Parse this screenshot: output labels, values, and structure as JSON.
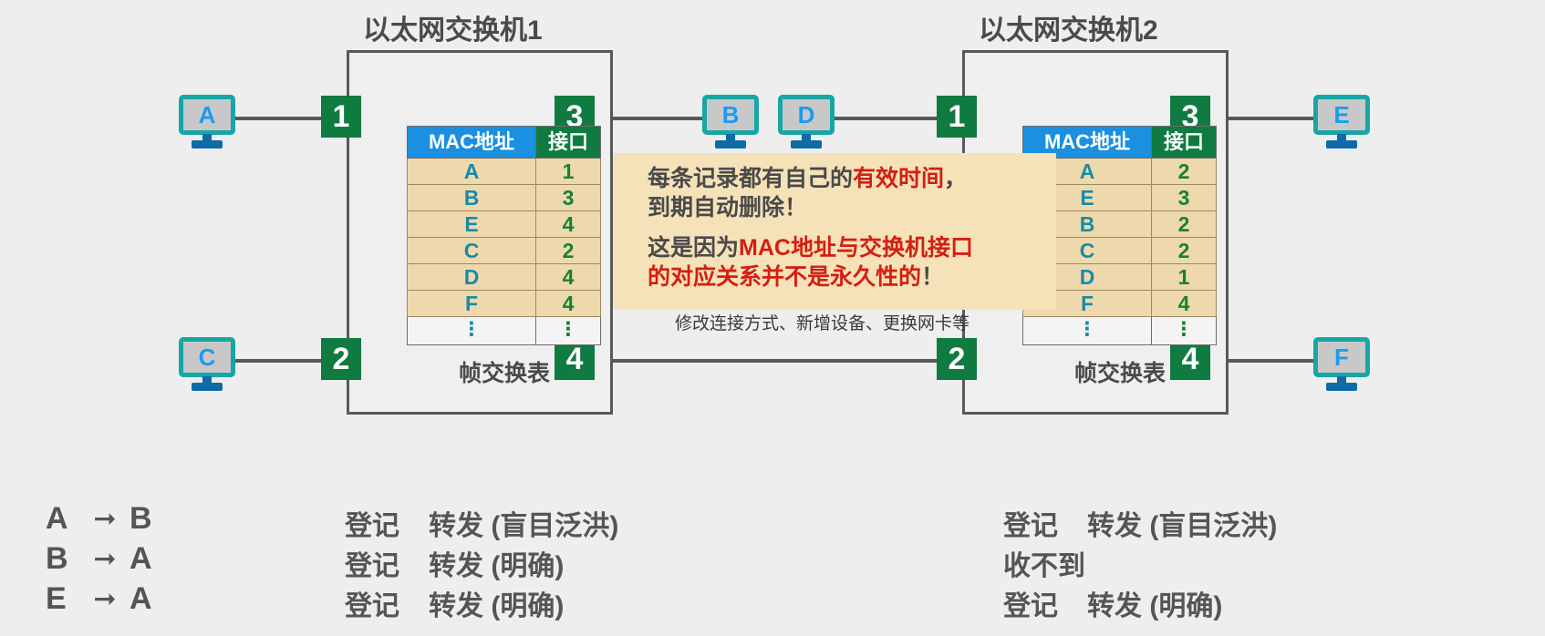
{
  "switches": [
    {
      "title": "以太网交换机1",
      "caption": "帧交换表",
      "ports": [
        "1",
        "3",
        "2",
        "4"
      ],
      "table": {
        "headers": [
          "MAC地址",
          "接口"
        ],
        "rows": [
          {
            "mac": "A",
            "port": "1"
          },
          {
            "mac": "B",
            "port": "3"
          },
          {
            "mac": "E",
            "port": "4"
          },
          {
            "mac": "C",
            "port": "2"
          },
          {
            "mac": "D",
            "port": "4"
          },
          {
            "mac": "F",
            "port": "4"
          }
        ],
        "ellipsis": "⋮"
      }
    },
    {
      "title": "以太网交换机2",
      "caption": "帧交换表",
      "ports": [
        "1",
        "3",
        "2",
        "4"
      ],
      "table": {
        "headers": [
          "MAC地址",
          "接口"
        ],
        "rows": [
          {
            "mac": "A",
            "port": "2"
          },
          {
            "mac": "E",
            "port": "3"
          },
          {
            "mac": "B",
            "port": "2"
          },
          {
            "mac": "C",
            "port": "2"
          },
          {
            "mac": "D",
            "port": "1"
          },
          {
            "mac": "F",
            "port": "4"
          }
        ],
        "ellipsis": "⋮"
      }
    }
  ],
  "hosts": [
    {
      "id": "host-a",
      "label": "A"
    },
    {
      "id": "host-c",
      "label": "C"
    },
    {
      "id": "host-b",
      "label": "B"
    },
    {
      "id": "host-d",
      "label": "D"
    },
    {
      "id": "host-e",
      "label": "E"
    },
    {
      "id": "host-f",
      "label": "F"
    }
  ],
  "callout": {
    "line1_prefix": "每条记录都有自己的",
    "line1_red": "有效时间",
    "line1_suffix": "，",
    "line2": "到期自动删除！",
    "line3_prefix": "这是因为",
    "line3_red": "MAC地址与交换机接口",
    "line4_red": "的对应关系并不是永久性的",
    "line4_suffix": "！",
    "subnote": "修改连接方式、新增设备、更换网卡等"
  },
  "legend": {
    "flows": [
      {
        "src": "A",
        "arrow": "➞",
        "dst": "B"
      },
      {
        "src": "B",
        "arrow": "➞",
        "dst": "A"
      },
      {
        "src": "E",
        "arrow": "➞",
        "dst": "A"
      }
    ],
    "switch1_actions": [
      {
        "register": "登记",
        "forward": "转发 (盲目泛洪)"
      },
      {
        "register": "登记",
        "forward": "转发 (明确)"
      },
      {
        "register": "登记",
        "forward": "转发 (明确)"
      }
    ],
    "switch2_actions": [
      {
        "register": "登记",
        "forward": "转发 (盲目泛洪)"
      },
      {
        "register": "收不到",
        "forward": ""
      },
      {
        "register": "登记",
        "forward": "转发 (明确)"
      }
    ]
  },
  "colors": {
    "background": "#eeeeee",
    "port_green": "#0f7b40",
    "mac_header_blue": "#1b8fe0",
    "table_row_tan": "#eed9ac",
    "mac_value_teal": "#1a8aa8",
    "port_value_green": "#188038",
    "callout_bg": "#f5e2b8",
    "accent_red": "#d31f12",
    "text_gray": "#555555",
    "host_border_teal": "#17a6a6",
    "host_letter_blue": "#1a9cf0"
  }
}
